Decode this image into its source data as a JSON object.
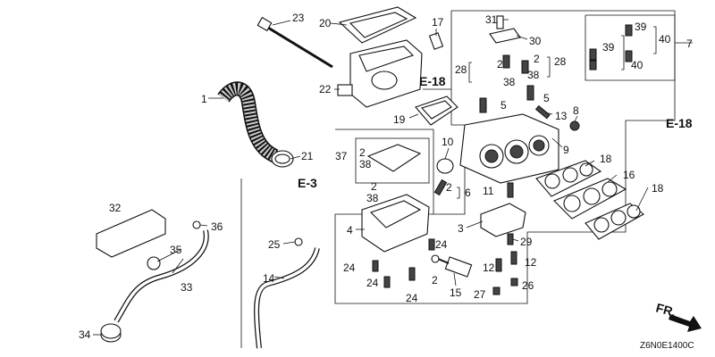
{
  "diagram": {
    "code": "Z6N0E1400C",
    "front_label": "FR.",
    "refs": [
      "E-18",
      "E-18",
      "E-3"
    ],
    "callouts": [
      "1",
      "2",
      "3",
      "4",
      "5",
      "6",
      "7",
      "8",
      "9",
      "10",
      "11",
      "12",
      "13",
      "14",
      "15",
      "16",
      "17",
      "18",
      "19",
      "20",
      "21",
      "22",
      "23",
      "24",
      "25",
      "26",
      "27",
      "28",
      "29",
      "30",
      "31",
      "32",
      "33",
      "34",
      "35",
      "36",
      "37",
      "38",
      "39",
      "40"
    ]
  }
}
